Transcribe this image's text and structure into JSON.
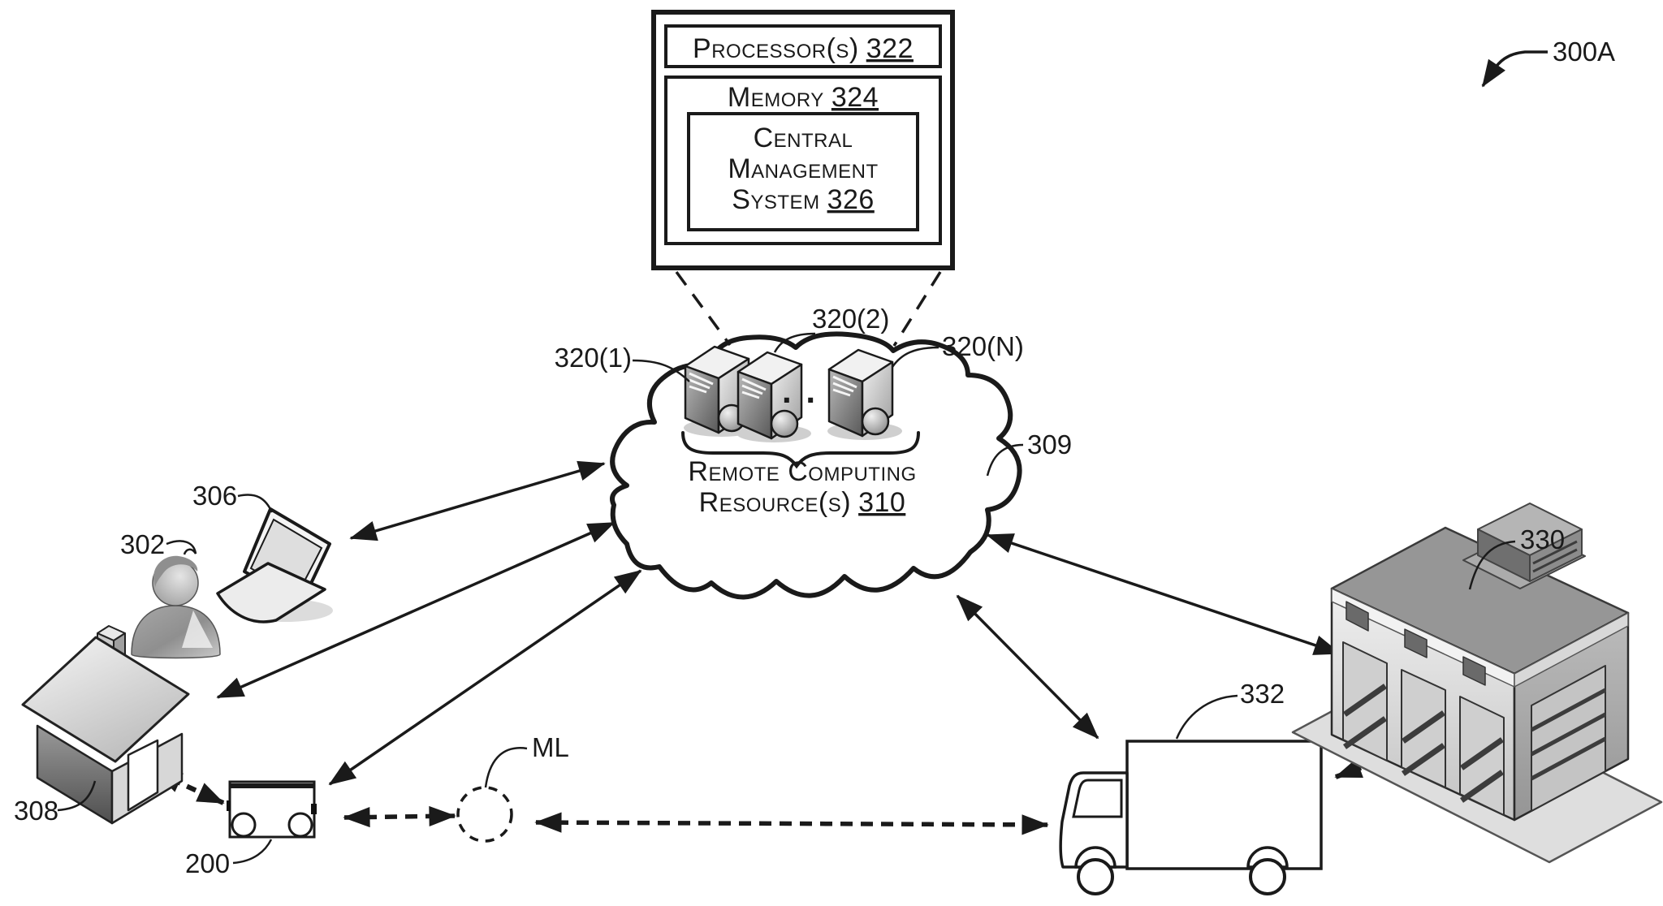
{
  "figure": {
    "ref": "300A"
  },
  "central_box": {
    "processor_label": "Processor(s)",
    "processor_ref": "322",
    "memory_label": "Memory",
    "memory_ref": "324",
    "cms_line1": "Central",
    "cms_line2": "Management",
    "cms_line3": "System",
    "cms_ref": "326"
  },
  "servers": {
    "first_ref": "320(1)",
    "second_ref": "320(2)",
    "nth_ref": "320(N)",
    "ellipsis": ". ."
  },
  "cloud": {
    "name_line1": "Remote Computing",
    "name_line2": "Resource(s)",
    "name_ref": "310",
    "callout_ref": "309"
  },
  "entities": {
    "user_ref": "302",
    "laptop_ref": "306",
    "home_ref": "308",
    "robot_ref": "200",
    "ml_model_label": "ML",
    "truck_ref": "332",
    "facility_ref": "330"
  },
  "colors": {
    "ink": "#1a1a1a",
    "fill_white": "#ffffff",
    "fill_light": "#ececec",
    "fill_mid": "#b5b5b5",
    "fill_dark": "#6e6e6e"
  }
}
